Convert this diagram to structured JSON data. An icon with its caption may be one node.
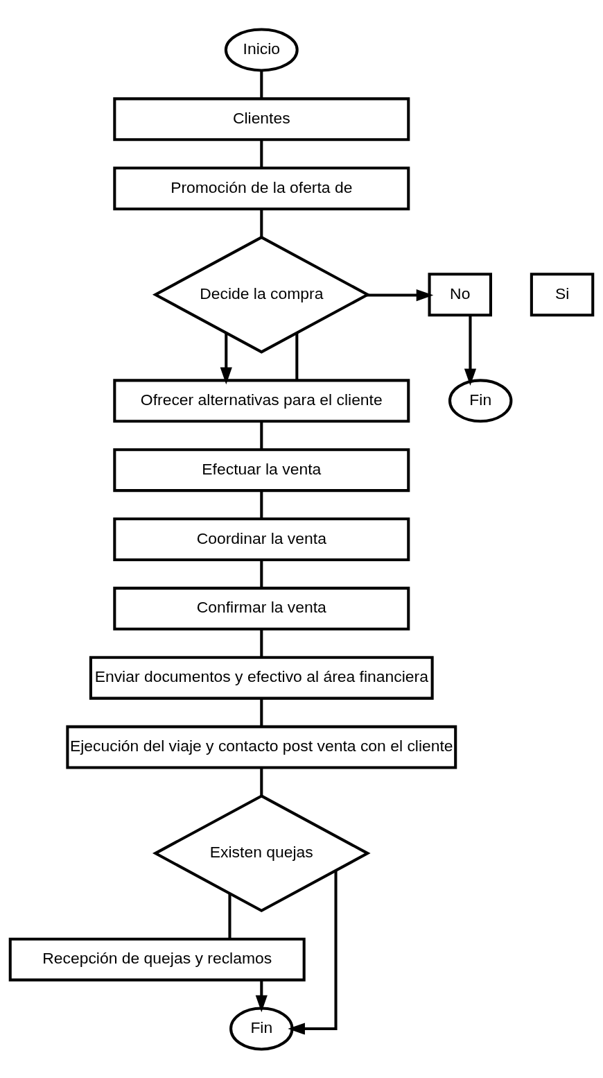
{
  "diagram": {
    "nodes": [
      {
        "text": [
          "Inicio"
        ]
      },
      {
        "text": [
          "Clientes"
        ]
      },
      {
        "text": [
          "Promoción de la oferta de"
        ]
      },
      {
        "text": [
          "Decide la compra"
        ]
      },
      {
        "text": [
          "No"
        ]
      },
      {
        "text": [
          "Fin"
        ]
      },
      {
        "text": [
          "Si"
        ]
      },
      {
        "text": [
          "Ofrecer alternativas para el cliente"
        ]
      },
      {
        "text": [
          "Efectuar la venta"
        ]
      },
      {
        "text": [
          "Coordinar la venta"
        ]
      },
      {
        "text": [
          "Confirmar la venta"
        ]
      },
      {
        "text": [
          "Enviar documentos y efectivo al área financiera"
        ]
      },
      {
        "text": [
          "Ejecución del viaje y contacto post venta con el cliente"
        ]
      },
      {
        "text": [
          "Existen quejas"
        ]
      },
      {
        "text": [
          "Recepción de quejas y reclamos"
        ]
      },
      {
        "text": [
          "Fin"
        ]
      }
    ],
    "edges": [
      {
        "from": 0,
        "to": 1,
        "arrow": "none"
      },
      {
        "from": 1,
        "to": 2,
        "arrow": "none"
      },
      {
        "from": 2,
        "to": 3,
        "arrow": "none"
      },
      {
        "from": 3,
        "to": 4,
        "arrow": "to"
      },
      {
        "from": 4,
        "to": 5,
        "arrow": "to"
      },
      {
        "from": 3,
        "to": 7,
        "arrow": "to"
      },
      {
        "from": 3,
        "to": 7,
        "arrow": "none"
      },
      {
        "from": 7,
        "to": 8,
        "arrow": "none"
      },
      {
        "from": 8,
        "to": 9,
        "arrow": "none"
      },
      {
        "from": 9,
        "to": 10,
        "arrow": "none"
      },
      {
        "from": 10,
        "to": 11,
        "arrow": "none"
      },
      {
        "from": 11,
        "to": 12,
        "arrow": "none"
      },
      {
        "from": 12,
        "to": 13,
        "arrow": "none"
      },
      {
        "from": 13,
        "to": 14,
        "arrow": "none"
      },
      {
        "from": 14,
        "to": 15,
        "arrow": "to"
      },
      {
        "from": 13,
        "to": 15,
        "arrow": "to"
      }
    ]
  }
}
